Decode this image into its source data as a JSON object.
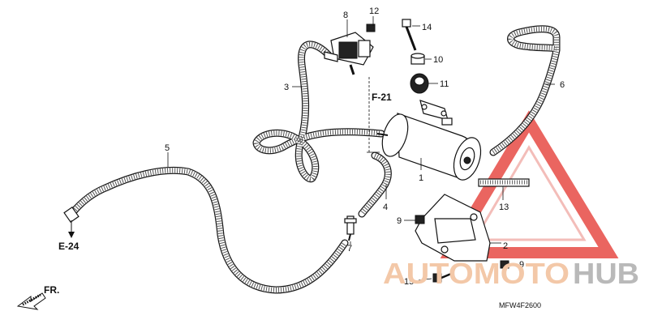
{
  "callouts": {
    "c1": "1",
    "c2": "2",
    "c3": "3",
    "c4": "4",
    "c5": "5",
    "c6": "6",
    "c7": "7",
    "c8": "8",
    "c9a": "9",
    "c9b": "9",
    "c10": "10",
    "c11": "11",
    "c12": "12",
    "c13": "13",
    "c14": "14",
    "c15": "15"
  },
  "refs": {
    "f21": "F-21",
    "e24": "E-24",
    "fr": "FR."
  },
  "diagram_code": "MFW4F2600",
  "watermark": {
    "part1": "AUTOMOTO",
    "part2": "HUB",
    "accent_color": "#e3322b",
    "gray_color": "#999999"
  }
}
